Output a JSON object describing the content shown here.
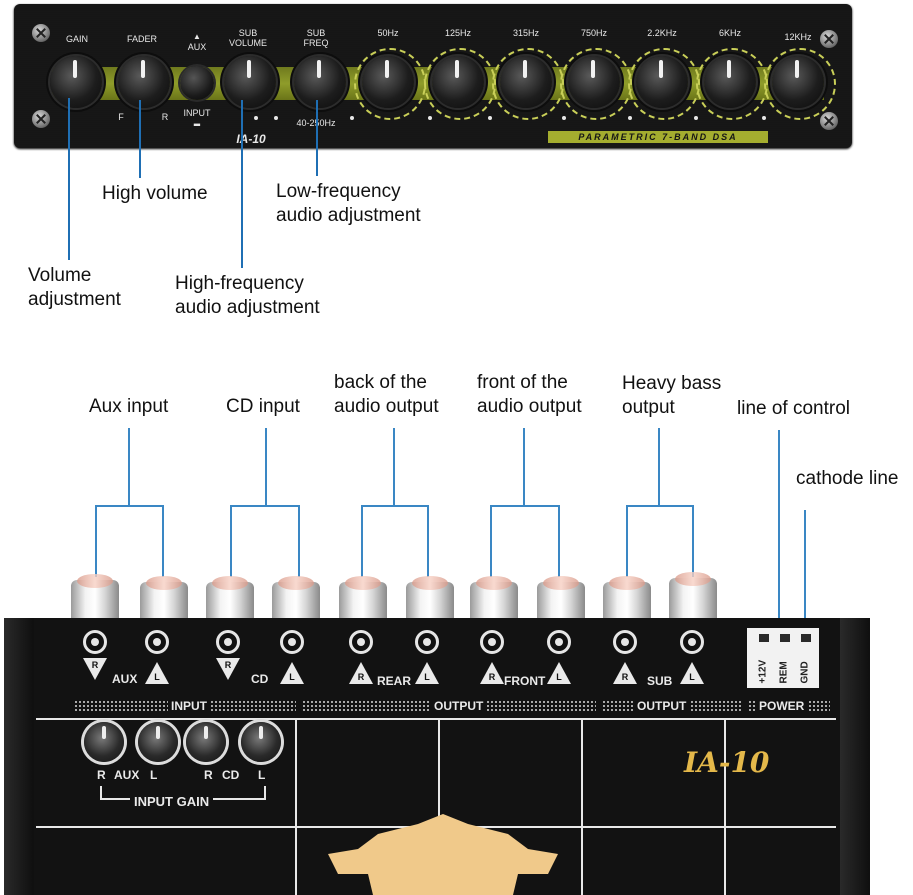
{
  "top_panel": {
    "labels": {
      "gain": "GAIN",
      "fader": "FADER",
      "aux": "AUX",
      "input": "INPUT",
      "sub_volume": "SUB\nVOLUME",
      "sub_freq": "SUB\nFREQ",
      "sub_freq_range": "40-250Hz",
      "fader_f": "F",
      "fader_r": "R",
      "model": "IA-10",
      "band_strip": "PARAMETRIC 7-BAND DSA"
    },
    "bands": [
      "50Hz",
      "125Hz",
      "315Hz",
      "750Hz",
      "2.2KHz",
      "6KHz",
      "12KHz"
    ]
  },
  "callouts_top": {
    "volume_adjustment": "Volume\nadjustment",
    "high_volume": "High volume",
    "high_frequency": "High-frequency\naudio adjustment",
    "low_frequency": "Low-frequency\naudio adjustment"
  },
  "callouts_bottom": {
    "aux_input": "Aux input",
    "cd_input": "CD input",
    "back_output": "back of the\naudio output",
    "front_output": "front of the\naudio output",
    "heavy_bass": "Heavy bass\noutput",
    "line_of_control": "line of control",
    "cathode_line": "cathode line"
  },
  "device": {
    "jack_labels": [
      "AUX",
      "CD",
      "REAR",
      "FRONT",
      "SUB"
    ],
    "channel_letters": {
      "r": "R",
      "l": "L"
    },
    "power_pins": [
      "+12V",
      "REM",
      "GND"
    ],
    "bars": {
      "input": "INPUT",
      "output1": "OUTPUT",
      "output2": "OUTPUT",
      "power": "POWER"
    },
    "gain_labels": {
      "r1": "R",
      "aux": "AUX",
      "l1": "L",
      "r2": "R",
      "cd": "CD",
      "l2": "L"
    },
    "input_gain": "INPUT GAIN",
    "model": "IA-10"
  },
  "colors": {
    "accent_green": "#8f9c2a",
    "pointer_blue": "#3a87c4",
    "logo_gold": "#e4b84a"
  }
}
